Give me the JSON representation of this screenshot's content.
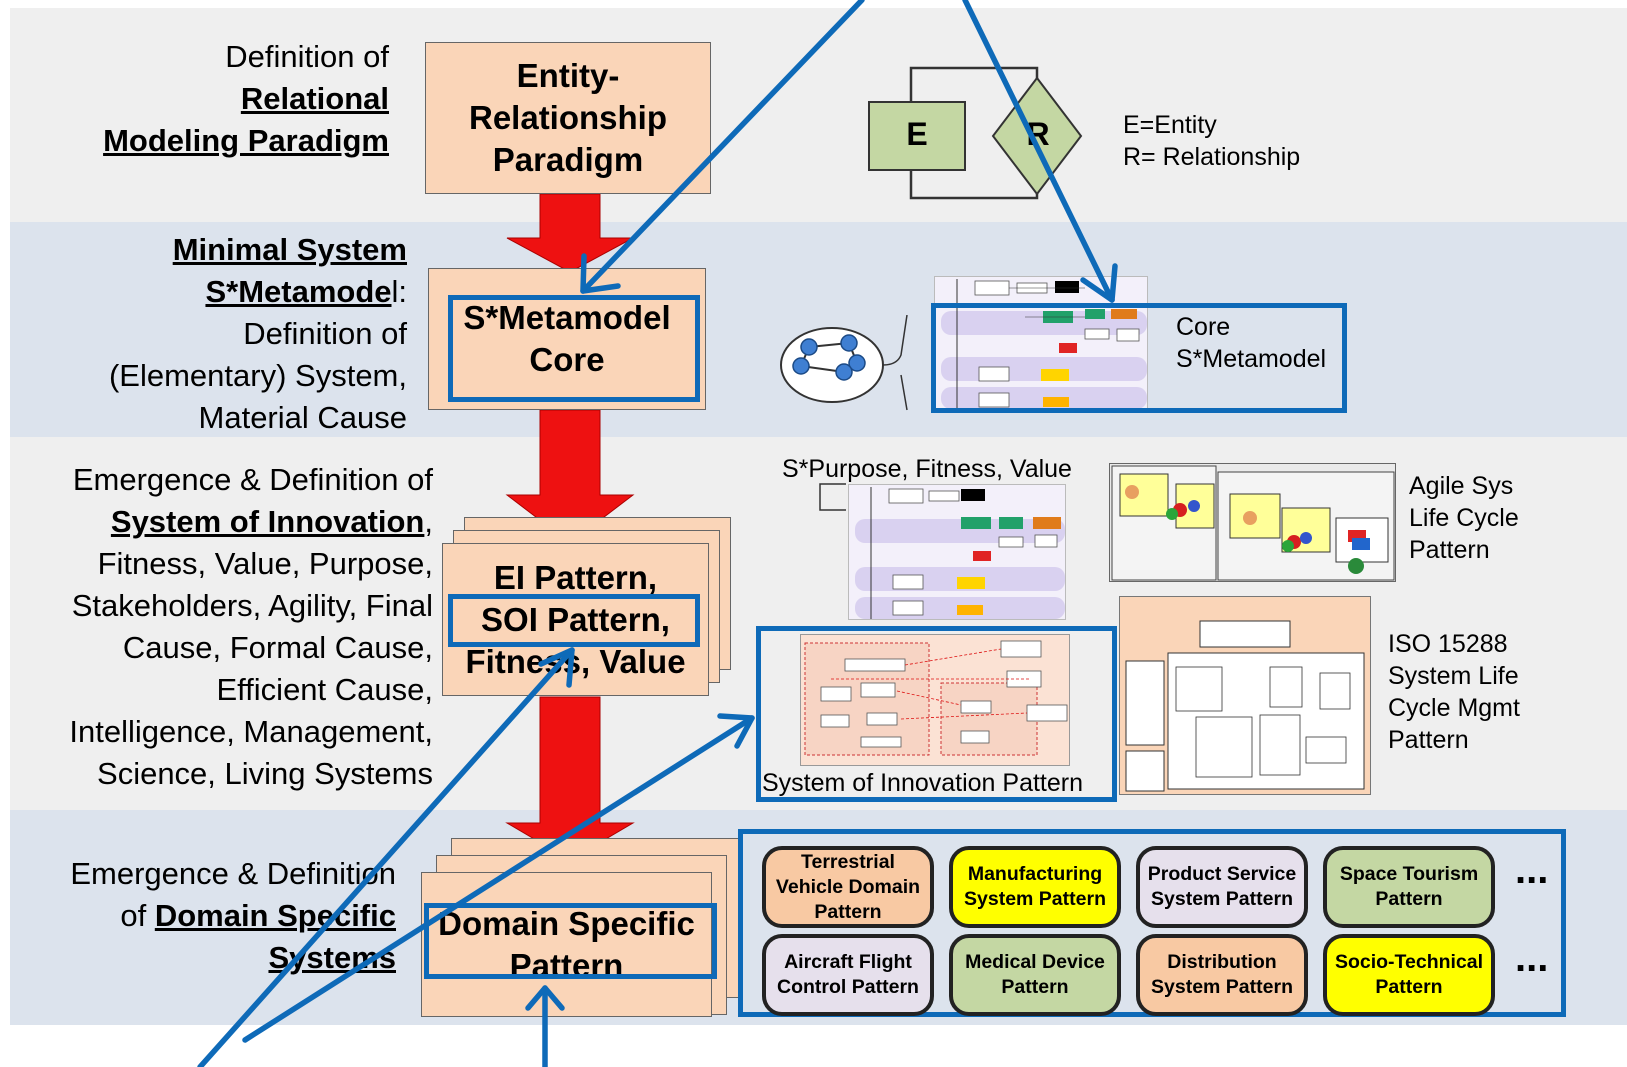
{
  "layer1": {
    "label_line1": "Definition of",
    "label_bold1": "Relational",
    "label_bold2": "Modeling Paradigm",
    "box_line1": "Entity-",
    "box_line2": "Relationship",
    "box_line3": "Paradigm",
    "er_entity": "E",
    "er_relationship": "R",
    "legend_line1": "E=Entity",
    "legend_line2": "R= Relationship"
  },
  "layer2": {
    "label_bold1": "Minimal System",
    "label_bold2": "S*Metamode",
    "label_tail": "l:",
    "label_line3": "Definition of",
    "label_line4": "(Elementary) System,",
    "label_line5": "Material Cause",
    "box_line1": "S*Metamodel",
    "box_line2": "Core",
    "core_line1": "Core",
    "core_line2": "S*Metamodel"
  },
  "layer3": {
    "label_line1": "Emergence & Definition of",
    "label_bold": "System of Innovation",
    "label_comma": ",",
    "label_line3": "Fitness, Value, Purpose,",
    "label_line4": "Stakeholders, Agility, Final",
    "label_line5": "Cause, Formal Cause,",
    "label_line6": "Efficient Cause,",
    "label_line7": "Intelligence, Management,",
    "label_line8": "Science, Living Systems",
    "box_line1": "EI Pattern,",
    "box_line2": "SOI Pattern,",
    "box_line3": "Fitness, Value",
    "purpose_caption": "S*Purpose, Fitness, Value",
    "agile_line1": "Agile Sys",
    "agile_line2": "Life Cycle",
    "agile_line3": "Pattern",
    "iso_line1": "ISO 15288",
    "iso_line2": "System Life",
    "iso_line3": "Cycle Mgmt",
    "iso_line4": "Pattern",
    "soi_caption": "System of Innovation Pattern"
  },
  "layer4": {
    "label_line1": "Emergence & Definition",
    "label_of": "of ",
    "label_bold1": "Domain Specific",
    "label_bold2": "Systems",
    "box_line1": "Domain Specific",
    "box_line2": "Pattern",
    "patterns_row1": [
      "Terrestrial Vehicle Domain Pattern",
      "Manufacturing System Pattern",
      "Product Service System Pattern",
      "Space Tourism Pattern"
    ],
    "patterns_row2": [
      "Aircraft Flight Control Pattern",
      "Medical Device Pattern",
      "Distribution System Pattern",
      "Socio-Technical Pattern"
    ],
    "ellipsis": "..."
  },
  "colors": {
    "band_light": "#efefef",
    "band_blue": "#dce3ed",
    "box_fill": "#fad5b8",
    "arrow_red": "#ee1111",
    "highlight_blue": "#0e6ab8",
    "pill_orange": "#f8c9a3",
    "pill_yellow": "#ffff00",
    "pill_lavender": "#e6e0ec",
    "pill_green": "#c4d7a3",
    "er_green": "#c4d7a3"
  }
}
